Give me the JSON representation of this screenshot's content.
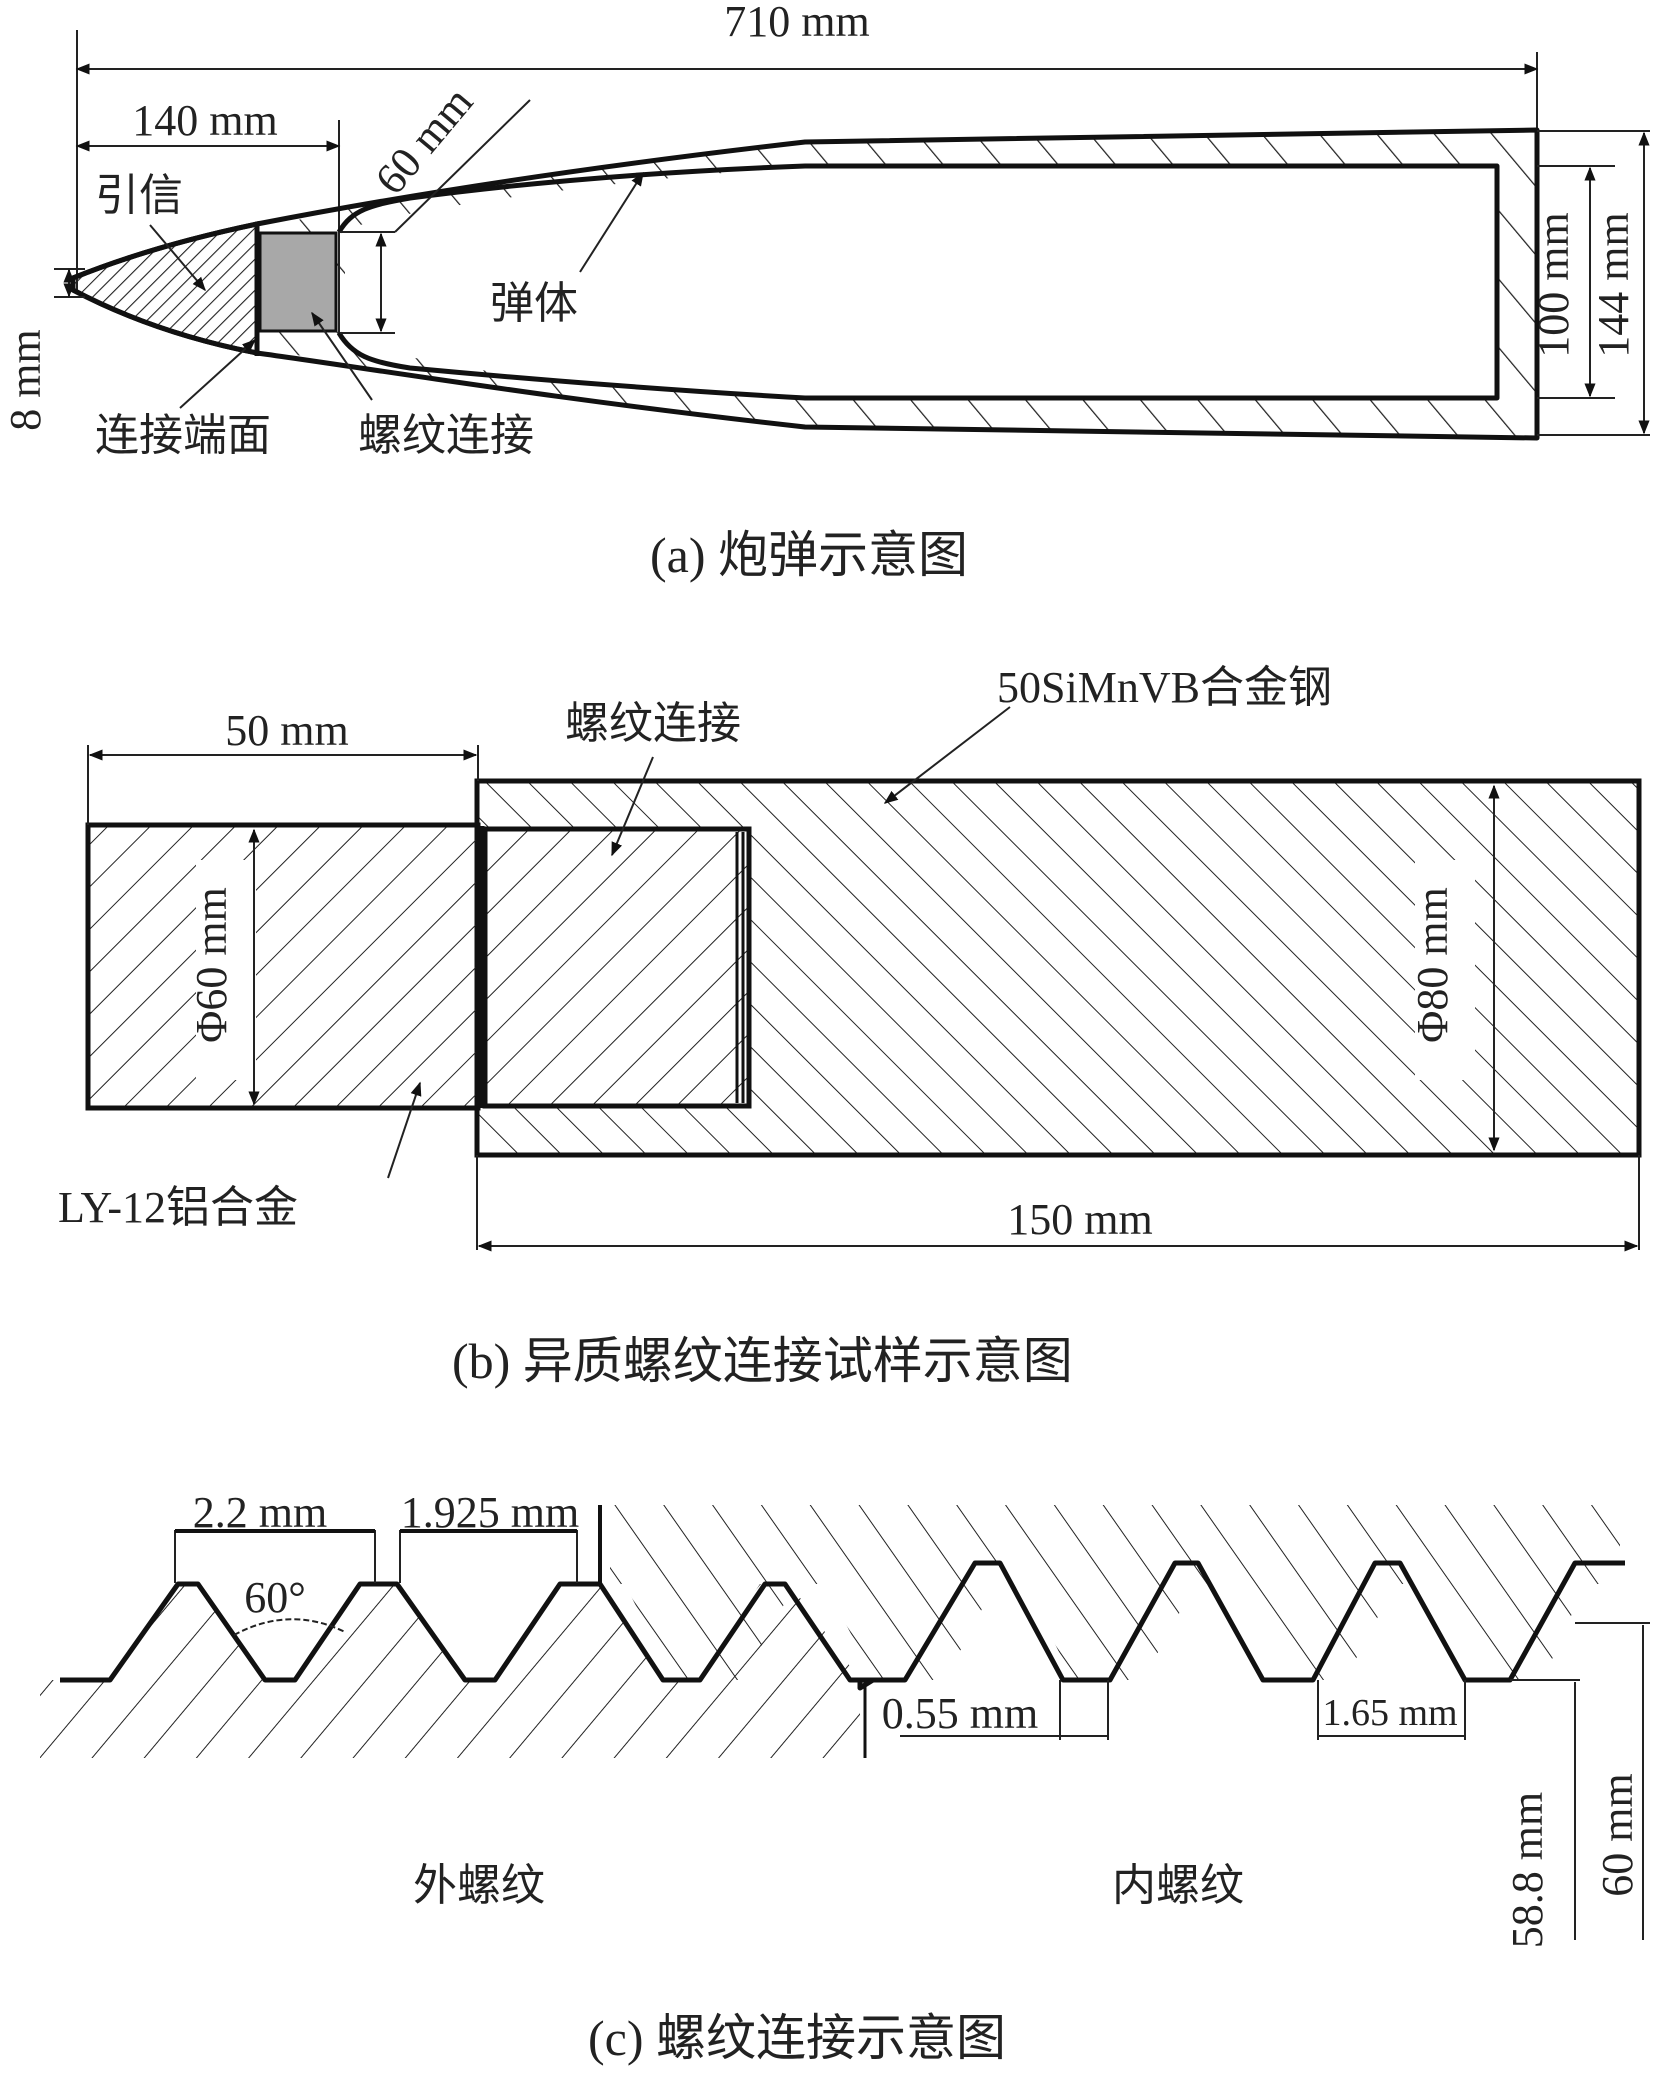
{
  "panel_a": {
    "caption": "(a)  炮弹示意图",
    "dims": {
      "total_length": "710 mm",
      "fuse_length": "140 mm",
      "thread_diameter": "60 mm",
      "tip_diameter": "8 mm",
      "inner_diameter": "100 mm",
      "outer_diameter": "144 mm"
    },
    "labels": {
      "fuse": "引信",
      "body": "弹体",
      "connection_face": "连接端面",
      "thread_connection": "螺纹连接"
    },
    "colors": {
      "thread_block": "#a8a8a8"
    }
  },
  "panel_b": {
    "caption": "(b)  异质螺纹连接试样示意图",
    "dims": {
      "al_length": "50 mm",
      "al_diameter": "Φ60 mm",
      "steel_diameter": "Φ80 mm",
      "steel_length": "150 mm"
    },
    "labels": {
      "thread_connection": "螺纹连接",
      "steel": "50SiMnVB合金钢",
      "aluminum": "LY-12铝合金"
    }
  },
  "panel_c": {
    "caption": "(c)  螺纹连接示意图",
    "dims": {
      "pitch": "2.2 mm",
      "crest_gap": "1.925 mm",
      "angle": "60°",
      "root_flat": "0.55 mm",
      "root_width": "1.65 mm",
      "minor_diameter": "58.8 mm",
      "major_diameter": "60 mm"
    },
    "labels": {
      "external_thread": "外螺纹",
      "internal_thread": "内螺纹"
    }
  }
}
